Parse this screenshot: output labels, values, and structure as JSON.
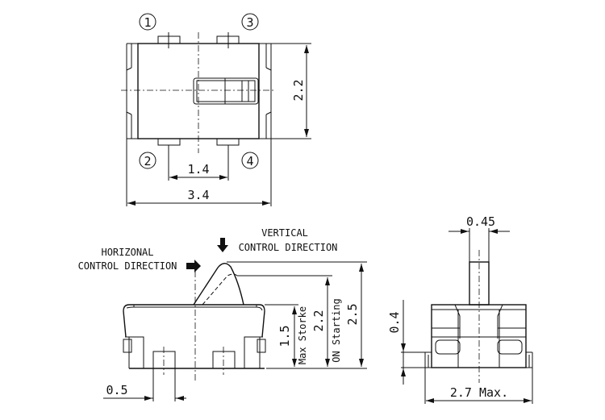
{
  "top_view": {
    "pins": [
      "1",
      "2",
      "3",
      "4"
    ],
    "dim_height": "2.2",
    "dim_pin_pitch": "1.4",
    "dim_width": "3.4"
  },
  "side_view": {
    "horizontal_label_1": "HORIZONAL",
    "horizontal_label_2": "CONTROL DIRECTION",
    "vertical_label_1": "VERTICAL",
    "vertical_label_2": "CONTROL DIRECTION",
    "dim_pin_width": "0.5",
    "dim_max_stroke": "1.5",
    "max_stroke_label": "Max Storke",
    "dim_on_starting": "2.2",
    "on_starting_label": "ON Starting",
    "dim_total_height": "2.5"
  },
  "end_view": {
    "dim_stem_width": "0.45",
    "dim_flange": "0.4",
    "dim_width": "2.7 Max."
  }
}
